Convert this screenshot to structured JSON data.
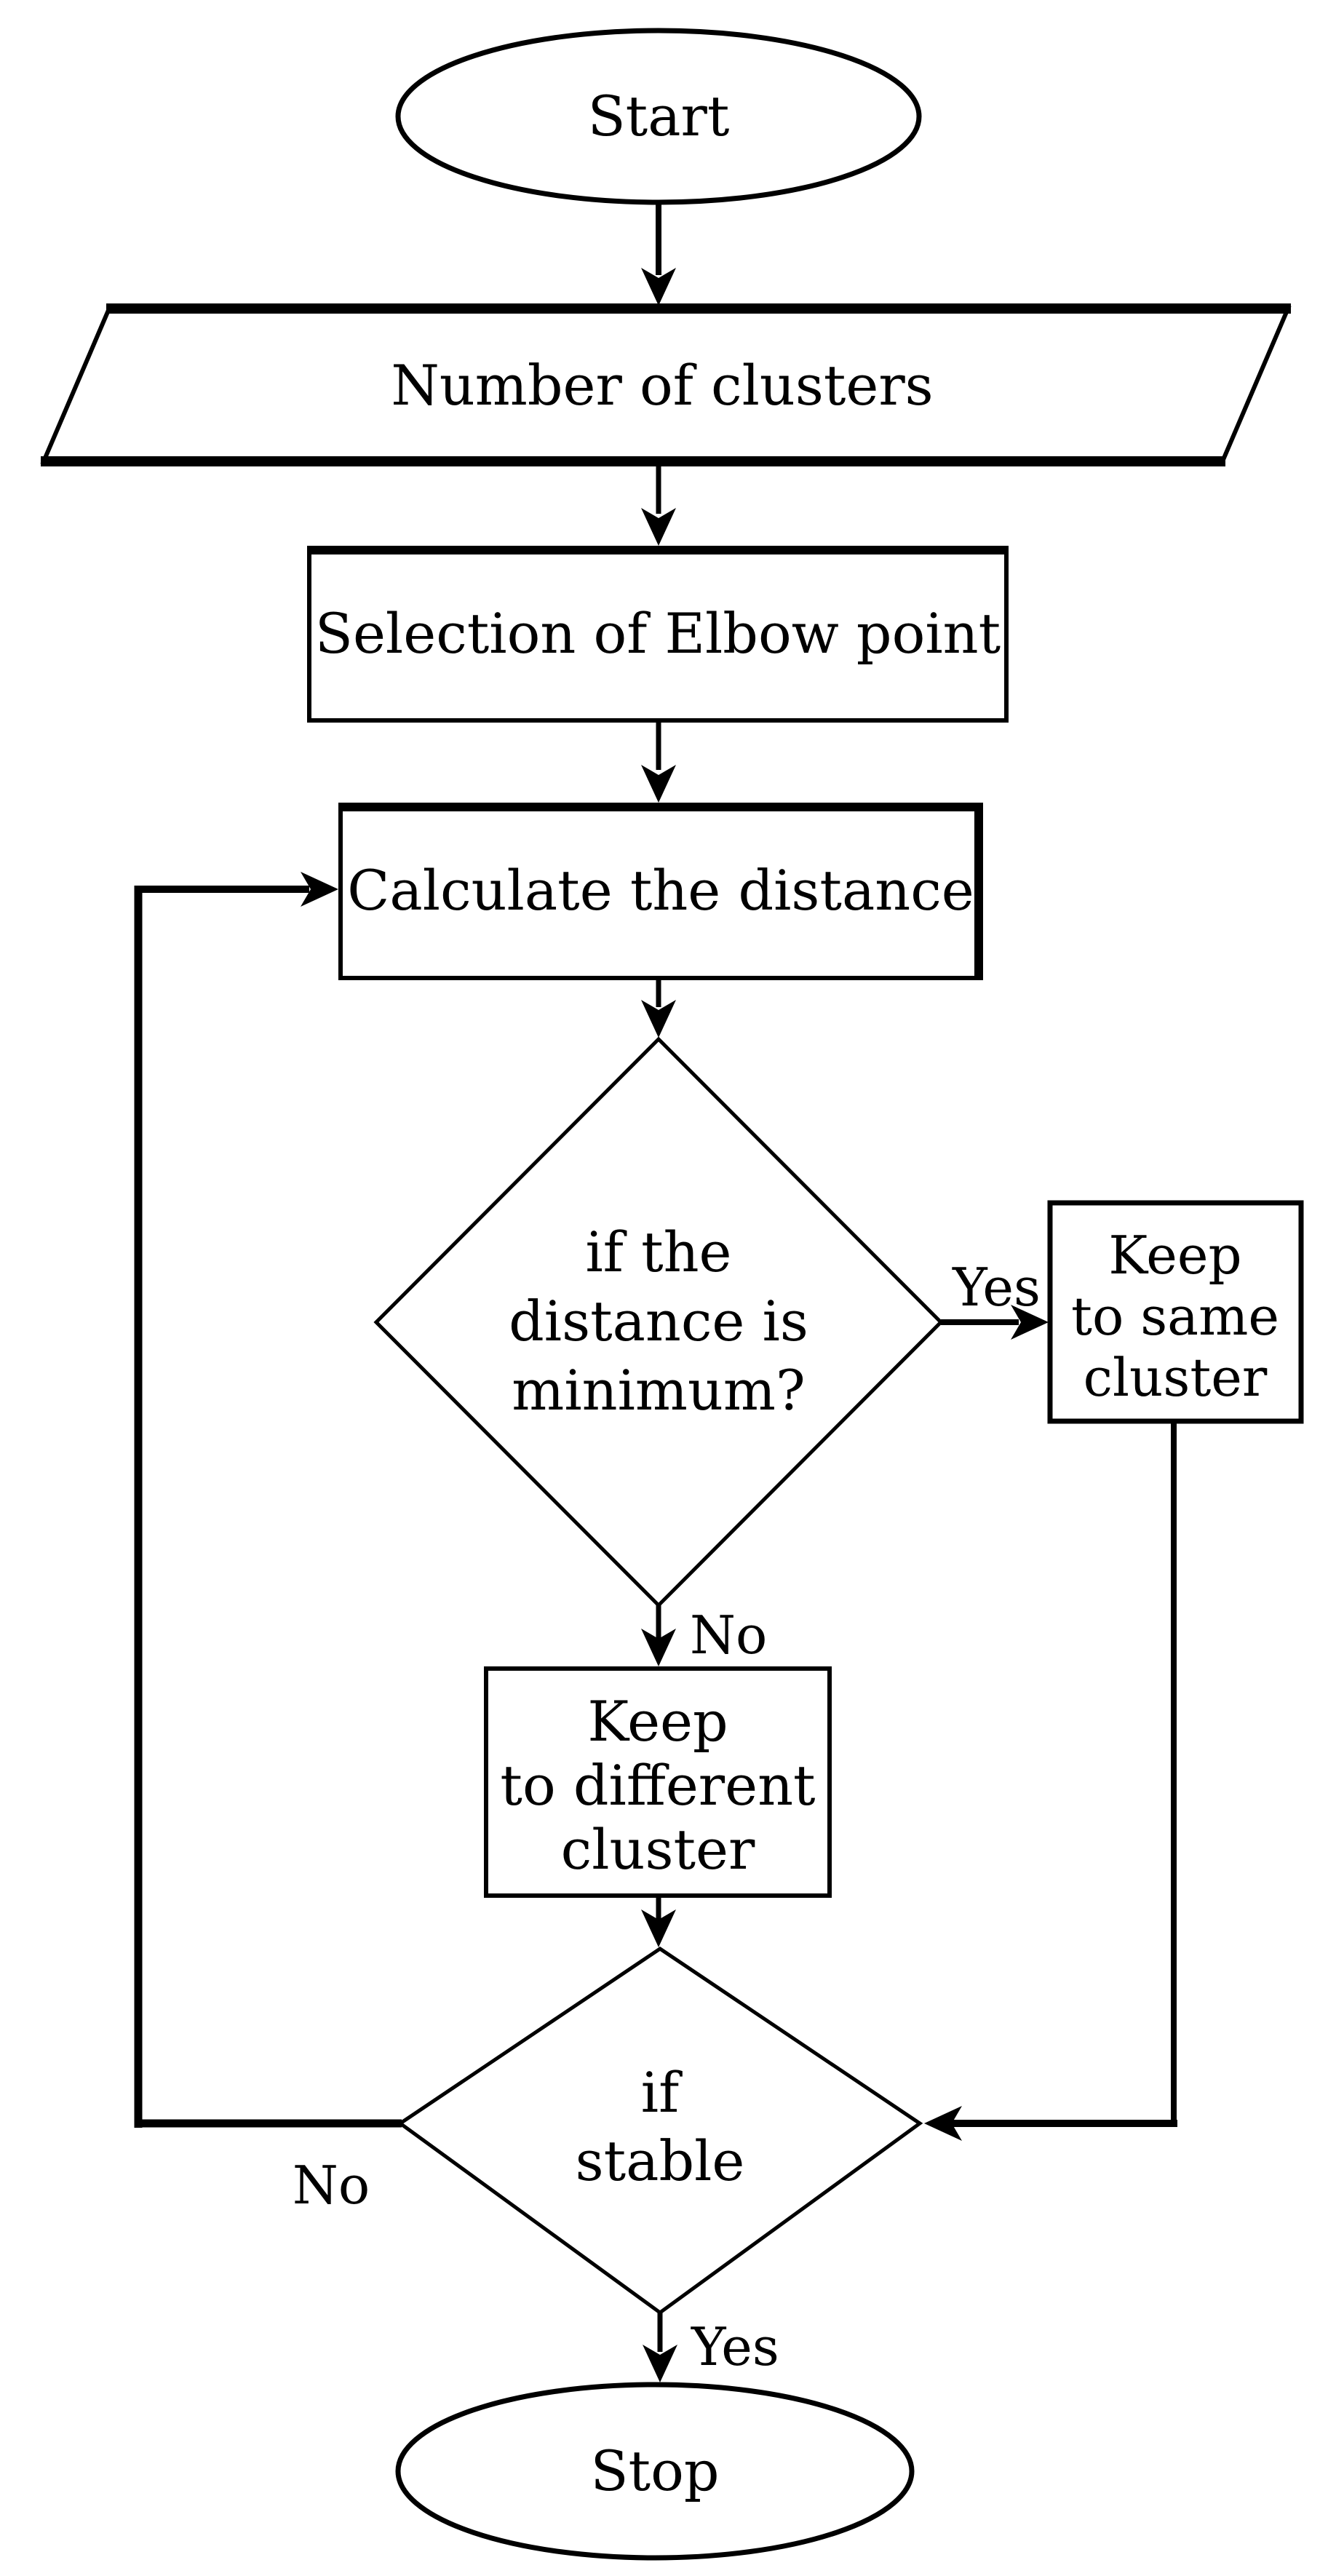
{
  "colors": {
    "stroke": "#000000",
    "background": "#ffffff"
  },
  "nodes": {
    "start": {
      "shape": "ellipse",
      "label": "Start"
    },
    "num_clusters": {
      "shape": "parallelogram",
      "label": "Number of clusters"
    },
    "select_elbow": {
      "shape": "rectangle",
      "label": "Selection of Elbow point"
    },
    "calc_distance": {
      "shape": "rectangle",
      "label": "Calculate the distance"
    },
    "decision_min": {
      "shape": "diamond",
      "lines": [
        "if the",
        "distance is",
        "minimum?"
      ]
    },
    "keep_same": {
      "shape": "rectangle",
      "lines": [
        "Keep",
        "to same",
        "cluster"
      ]
    },
    "keep_diff": {
      "shape": "rectangle",
      "lines": [
        "Keep",
        "to different",
        "cluster"
      ]
    },
    "decision_stable": {
      "shape": "diamond",
      "lines": [
        "if",
        "stable"
      ]
    },
    "stop": {
      "shape": "ellipse",
      "label": "Stop"
    }
  },
  "edges": {
    "min_yes": {
      "label": "Yes"
    },
    "min_no": {
      "label": "No"
    },
    "stable_no": {
      "label": "No"
    },
    "stable_yes": {
      "label": "Yes"
    }
  }
}
